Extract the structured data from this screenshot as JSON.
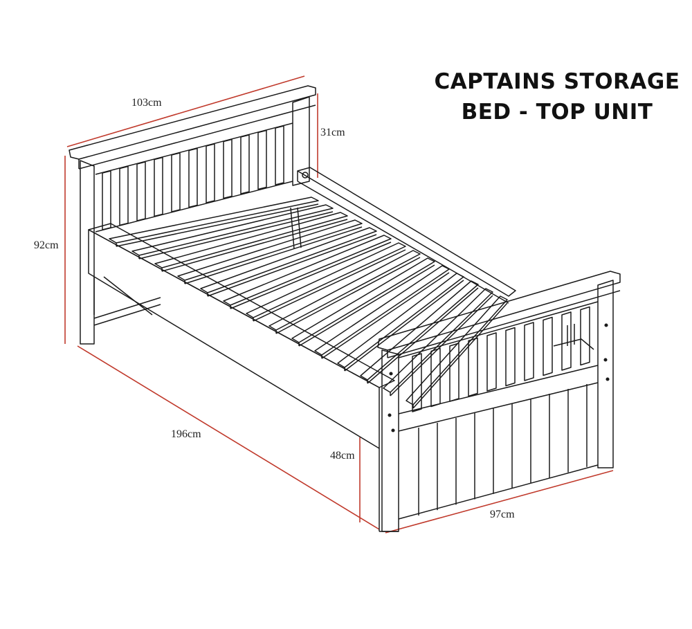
{
  "title": {
    "line1": "CAPTAINS STORAGE",
    "line2": "BED - TOP UNIT"
  },
  "dimensions": {
    "headboard_width": "103cm",
    "headboard_height": "31cm",
    "overall_height": "92cm",
    "length": "196cm",
    "footboard_height": "48cm",
    "width": "97cm"
  },
  "colors": {
    "dimension_line": "#c0392b",
    "outline": "#1a1a1a",
    "background": "#ffffff"
  }
}
